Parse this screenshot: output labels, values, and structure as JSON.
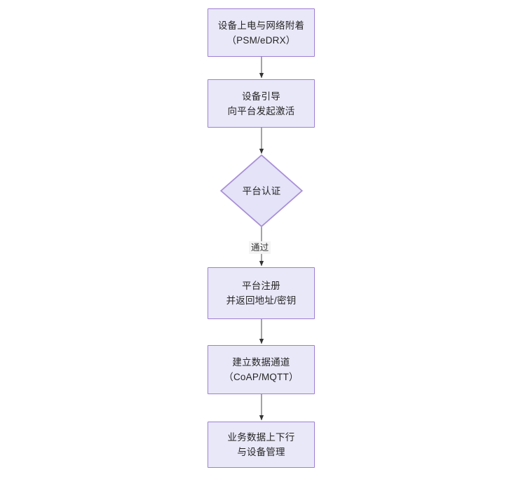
{
  "diagram": {
    "type": "flowchart",
    "orientation": "top-to-bottom",
    "background_color": "#ffffff",
    "node_fill_color": "#e9e8f8",
    "node_border_color": "#9f7dd4",
    "edge_color": "#333333",
    "text_color": "#262626",
    "nodes": [
      {
        "id": "n1",
        "shape": "rectangle",
        "label": "设备上电与网络附着\n（PSM/eDRX）",
        "line1": "设备上电与网络附着",
        "line2": "（PSM/eDRX）"
      },
      {
        "id": "n2",
        "shape": "rectangle",
        "label": "设备引导\n向平台发起激活",
        "line1": "设备引导",
        "line2": "向平台发起激活"
      },
      {
        "id": "n3",
        "shape": "diamond",
        "label": "平台认证",
        "line1": "平台认证",
        "line2": ""
      },
      {
        "id": "n4",
        "shape": "rectangle",
        "label": "平台注册\n并返回地址/密钥",
        "line1": "平台注册",
        "line2": "并返回地址/密钥"
      },
      {
        "id": "n5",
        "shape": "rectangle",
        "label": "建立数据通道\n（CoAP/MQTT）",
        "line1": "建立数据通道",
        "line2": "（CoAP/MQTT）"
      },
      {
        "id": "n6",
        "shape": "rectangle",
        "label": "业务数据上下行\n与设备管理",
        "line1": "业务数据上下行",
        "line2": "与设备管理"
      }
    ],
    "edges": [
      {
        "id": "e1",
        "from": "n1",
        "to": "n2",
        "label": ""
      },
      {
        "id": "e2",
        "from": "n2",
        "to": "n3",
        "label": ""
      },
      {
        "id": "e3",
        "from": "n3",
        "to": "n4",
        "label": "通过"
      },
      {
        "id": "e4",
        "from": "n4",
        "to": "n5",
        "label": ""
      },
      {
        "id": "e5",
        "from": "n5",
        "to": "n6",
        "label": ""
      }
    ]
  }
}
